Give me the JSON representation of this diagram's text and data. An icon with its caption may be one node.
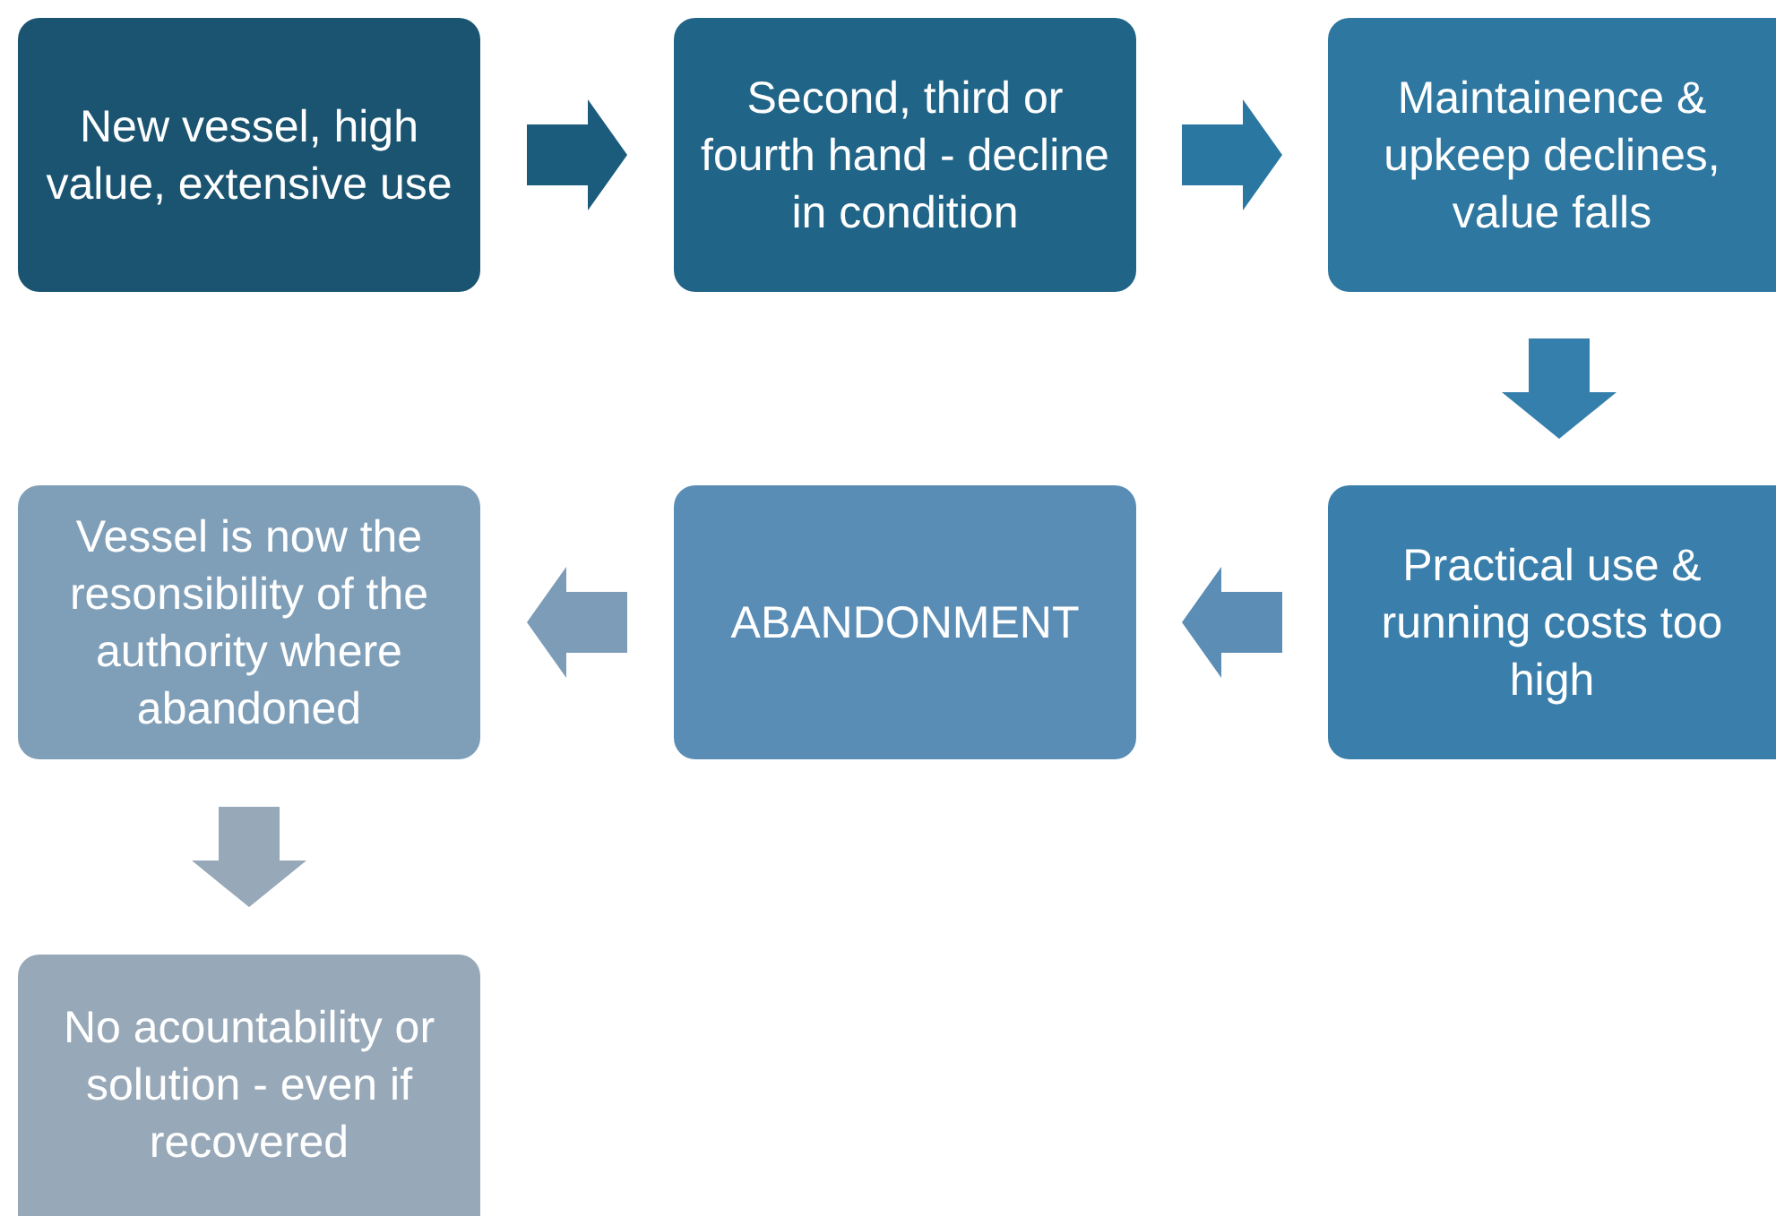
{
  "diagram": {
    "nodes": [
      {
        "text": [
          "New vessel, high value, extensive use"
        ]
      },
      {
        "text": [
          "Second, third or fourth hand - decline in condition"
        ]
      },
      {
        "text": [
          "Maintainence & upkeep declines, value falls"
        ]
      },
      {
        "text": [
          "Practical use & running costs too high"
        ]
      },
      {
        "text": [
          "ABANDONMENT"
        ]
      },
      {
        "text": [
          "Vessel is now  the resonsibility of the authority where abandoned"
        ]
      },
      {
        "text": [
          "No acountability or solution - even if recovered"
        ]
      }
    ],
    "edges": [
      {
        "from": 0,
        "to": 1,
        "arrow": "to",
        "style": "thick",
        "color": "#1b5c7c"
      },
      {
        "from": 1,
        "to": 2,
        "arrow": "to",
        "style": "thick",
        "color": "#2a78a2"
      },
      {
        "from": 2,
        "to": 3,
        "arrow": "to",
        "style": "thick",
        "color": "#347fac"
      },
      {
        "from": 3,
        "to": 4,
        "arrow": "to",
        "style": "thick",
        "color": "#5b8db5"
      },
      {
        "from": 4,
        "to": 5,
        "arrow": "to",
        "style": "thick",
        "color": "#7c9cb8"
      },
      {
        "from": 5,
        "to": 6,
        "arrow": "to",
        "style": "thick",
        "color": "#97a8b8"
      }
    ]
  }
}
